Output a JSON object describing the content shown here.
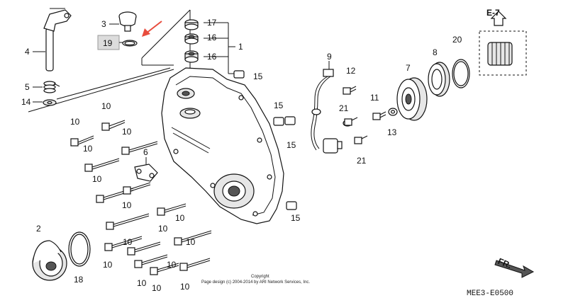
{
  "labels": {
    "p1": "1",
    "p2": "2",
    "p3": "3",
    "p4": "4",
    "p5": "5",
    "p6": "6",
    "p7": "7",
    "p8": "8",
    "p9": "9",
    "p10": "10",
    "p11": "11",
    "p12": "12",
    "p13": "13",
    "p14": "14",
    "p15": "15",
    "p16": "16",
    "p17": "17",
    "p18": "18",
    "p19": "19",
    "p20": "20",
    "p21": "21"
  },
  "ref": "E-7",
  "direction": "FR.",
  "diagram_code": "MEE3-E0500",
  "copyright": {
    "line1": "Copyright",
    "line2": "Page design (c) 2004-2014 by ARI Network Services, Inc."
  },
  "colors": {
    "highlight": "#e84c3d",
    "callout_box": "#dcdcdc"
  }
}
